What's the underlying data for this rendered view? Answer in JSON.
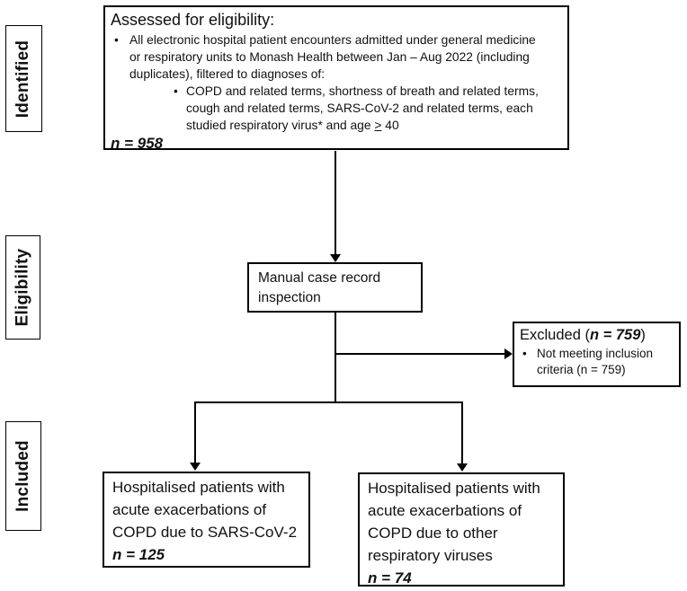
{
  "stage_labels": {
    "identified": "Identified",
    "eligibility": "Eligibility",
    "included": "Included"
  },
  "bullet_marker": "•",
  "assessed_box": {
    "title": "Assessed for eligibility:",
    "bullet_lines": [
      "All electronic hospital patient encounters admitted under general medicine",
      "or respiratory units to Monash Health between Jan – Aug 2022 (including",
      "duplicates), filtered to diagnoses of:"
    ],
    "sub_bullet_lines": [
      "COPD and related terms, shortness of breath and related terms,",
      "cough and related terms, SARS-CoV-2 and related terms, each"
    ],
    "sub_bullet_last_pre": "studied respiratory virus* and age ",
    "sub_bullet_gte": ">",
    "sub_bullet_last_post": " 40",
    "count": "n = 958"
  },
  "manual_box": {
    "lines": [
      "Manual case record",
      "inspection"
    ]
  },
  "excluded_box": {
    "title_pre": "Excluded (",
    "title_count": "n = 759",
    "title_post": ")",
    "bullet_lines": [
      "Not meeting inclusion",
      "criteria (n = 759)"
    ]
  },
  "sars_box": {
    "lines": [
      "Hospitalised patients with",
      "acute exacerbations of",
      "COPD due to SARS-CoV-2"
    ],
    "count": "n = 125"
  },
  "other_box": {
    "lines": [
      "Hospitalised patients with",
      "acute exacerbations of",
      "COPD due to other",
      "respiratory viruses"
    ],
    "count": "n = 74"
  },
  "colors": {
    "line": "#000000",
    "text": "#111111",
    "background": "#ffffff"
  }
}
